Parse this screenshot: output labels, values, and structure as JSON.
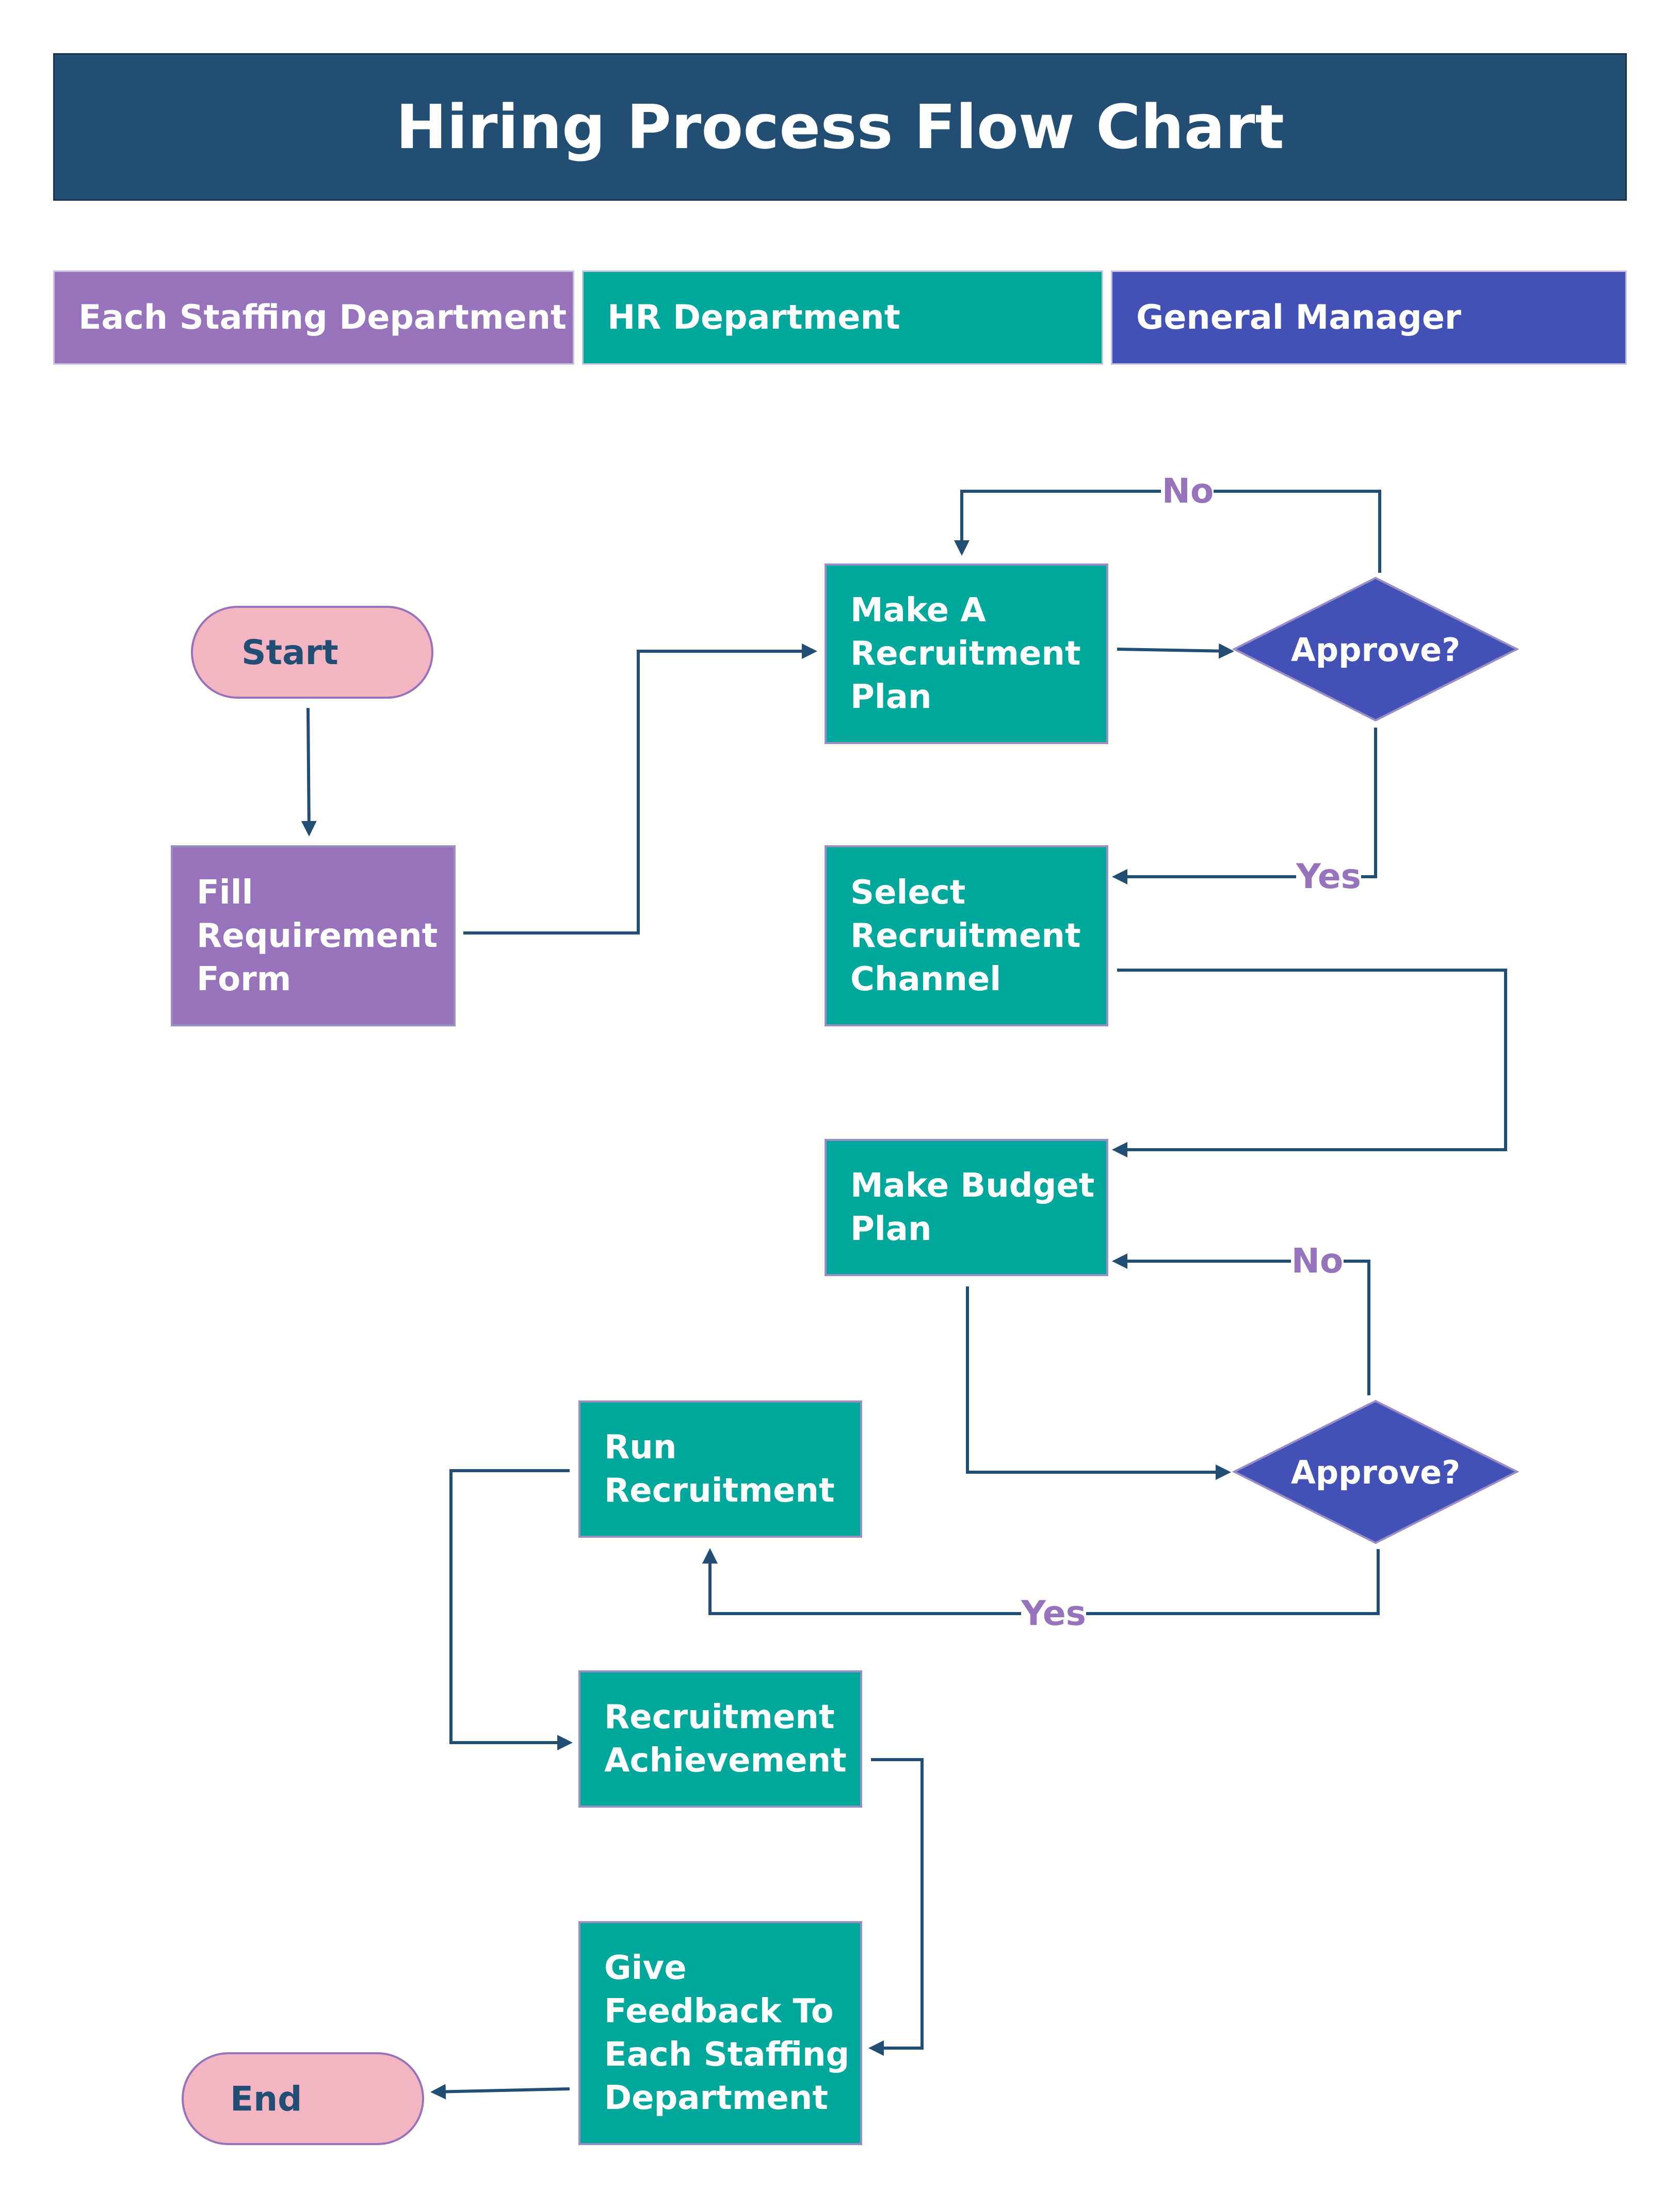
{
  "title": "Hiring Process Flow Chart",
  "colors": {
    "title_bg": "#234e74",
    "staffing": "#9673bb",
    "hr": "#00a89c",
    "manager": "#4350b6",
    "terminal": "#f4b5c3",
    "connector": "#234e74",
    "edge_label": "#9673bb"
  },
  "lanes": [
    {
      "label": "Each Staffing Department",
      "color": "#9673bb"
    },
    {
      "label": "HR Department",
      "color": "#00a89c"
    },
    {
      "label": "General Manager",
      "color": "#4350b6"
    }
  ],
  "nodes": {
    "start": {
      "label": "Start"
    },
    "fill_form": {
      "lines": [
        "Fill",
        "Requirement",
        "Form"
      ]
    },
    "recruitment_plan": {
      "lines": [
        "Make A",
        "Recruitment",
        "Plan"
      ]
    },
    "approve_1": {
      "label": "Approve?"
    },
    "select_channel": {
      "lines": [
        "Select",
        "Recruitment",
        "Channel"
      ]
    },
    "budget_plan": {
      "lines": [
        "Make Budget",
        "Plan"
      ]
    },
    "approve_2": {
      "label": "Approve?"
    },
    "run_recruitment": {
      "lines": [
        "Run",
        "Recruitment"
      ]
    },
    "achievement": {
      "lines": [
        "Recruitment",
        "Achievement"
      ]
    },
    "feedback": {
      "lines": [
        "Give",
        "Feedback To",
        "Each Staffing",
        "Department"
      ]
    },
    "end": {
      "label": "End"
    }
  },
  "edge_labels": {
    "approve1_no": "No",
    "approve1_yes": "Yes",
    "approve2_no": "No",
    "approve2_yes": "Yes"
  }
}
